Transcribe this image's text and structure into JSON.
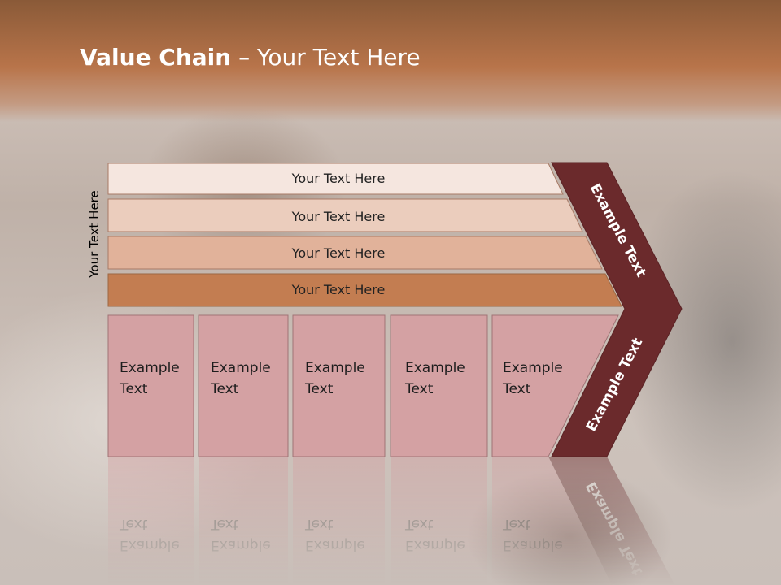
{
  "slide": {
    "title_bold": "Value Chain",
    "title_rest": " – Your Text Here",
    "side_label": "Your Text Here"
  },
  "rows": [
    {
      "label": "Your Text Here",
      "color": "#f5e6df"
    },
    {
      "label": "Your Text Here",
      "color": "#ebcdbd"
    },
    {
      "label": "Your Text Here",
      "color": "#e1b29a"
    },
    {
      "label": "Your Text Here",
      "color": "#c37d51"
    }
  ],
  "boxes": [
    {
      "line1": "Example",
      "line2": "Text"
    },
    {
      "line1": "Example",
      "line2": "Text"
    },
    {
      "line1": "Example",
      "line2": "Text"
    },
    {
      "line1": "Example",
      "line2": "Text"
    },
    {
      "line1": "Example",
      "line2": "Text"
    }
  ],
  "arrow": {
    "top_label": "Example Text",
    "bottom_label": "Example Text",
    "color": "#6b2a2c"
  },
  "colors": {
    "box_fill": "#d4a1a3",
    "header": "#b8744a"
  }
}
